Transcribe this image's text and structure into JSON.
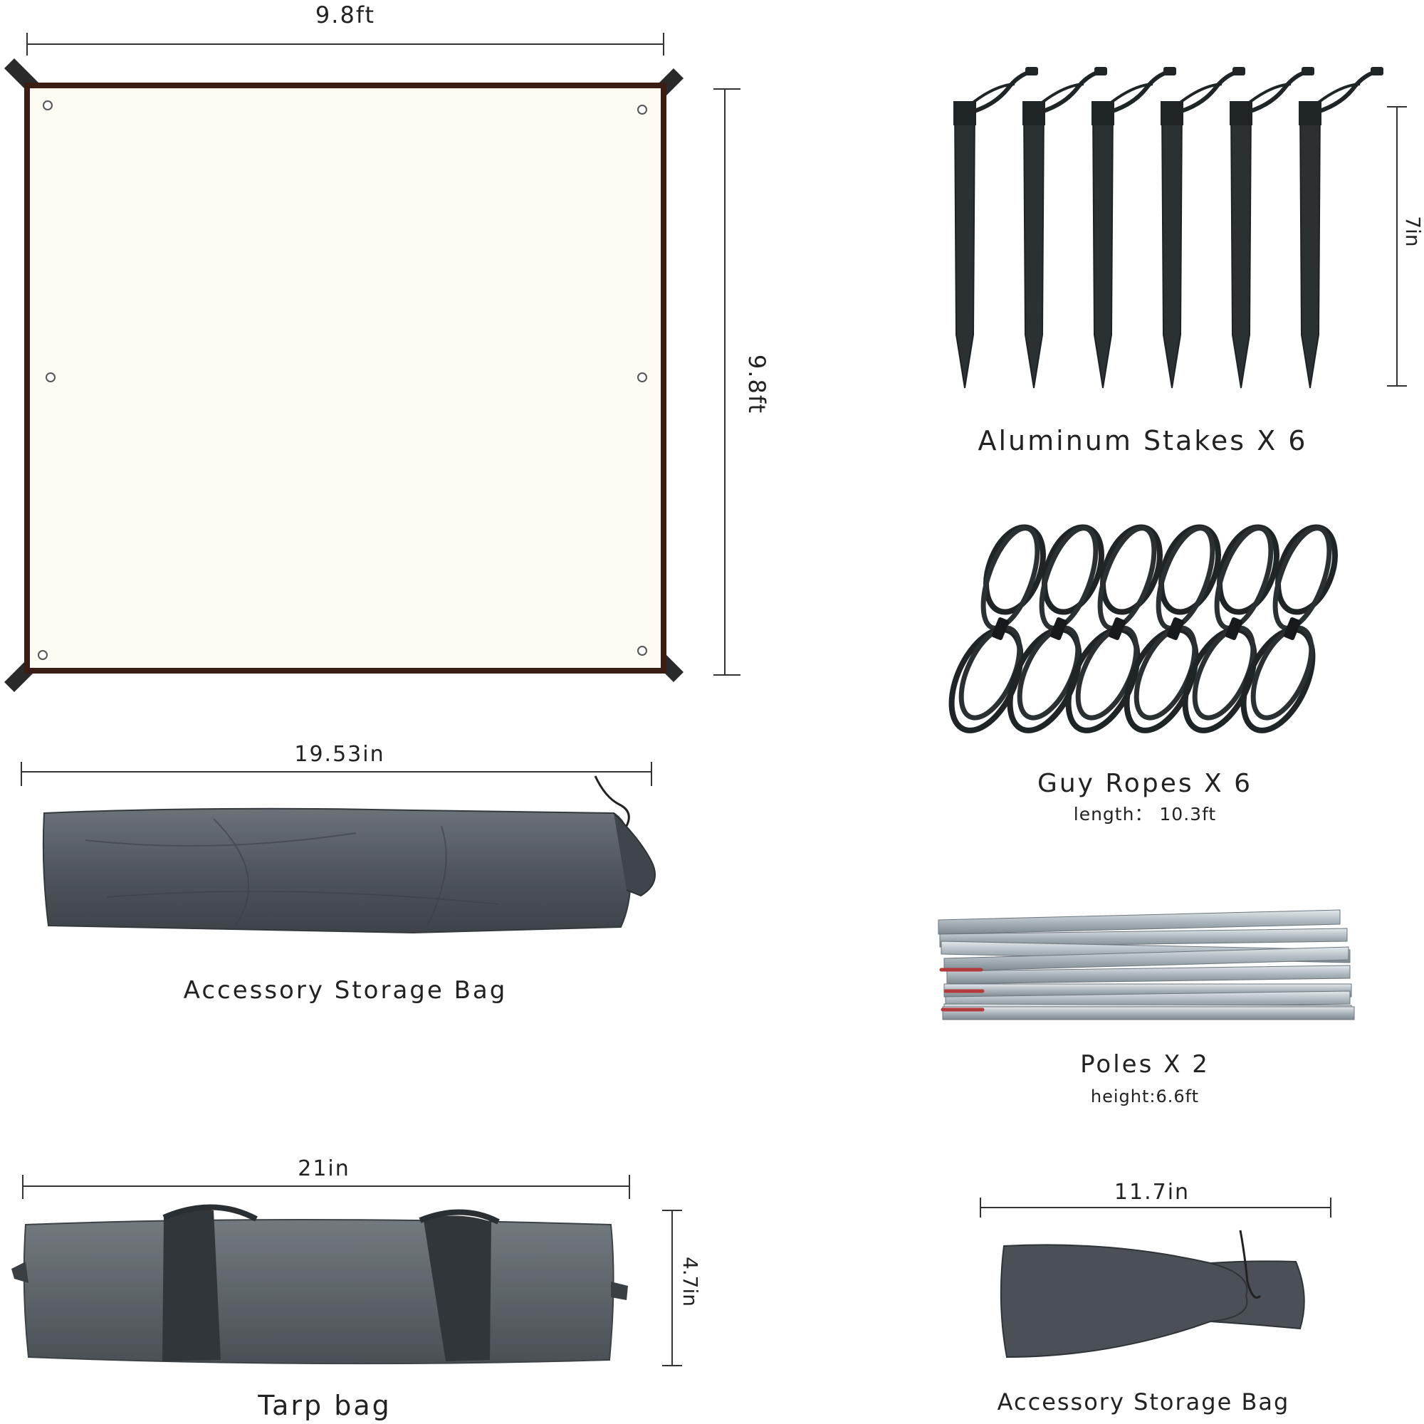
{
  "tarp": {
    "width_label": "9.8ft",
    "height_label": "9.8ft"
  },
  "stakes": {
    "title": "Aluminum Stakes X 6",
    "size_label": "7in",
    "count": 6
  },
  "ropes": {
    "title": "Guy Ropes X 6",
    "subtitle": "length： 10.3ft",
    "count": 6
  },
  "poles": {
    "title": "Poles X 2",
    "subtitle": "height:6.6ft"
  },
  "accessory_bag_large": {
    "title": "Accessory Storage Bag",
    "size_label": "19.53in"
  },
  "tarp_bag": {
    "title": "Tarp bag",
    "width_label": "21in",
    "height_label": "4.7in"
  },
  "accessory_bag_small": {
    "title": "Accessory Storage Bag",
    "size_label": "11.7in"
  },
  "colors": {
    "tarp_fill": "#fdfbf2",
    "tarp_border": "#3a1e14",
    "dark_item": "#2b3133",
    "bag_gray": "#565d63",
    "pole_metal": "#b9c3c9",
    "pole_tip": "#b23a3a"
  }
}
